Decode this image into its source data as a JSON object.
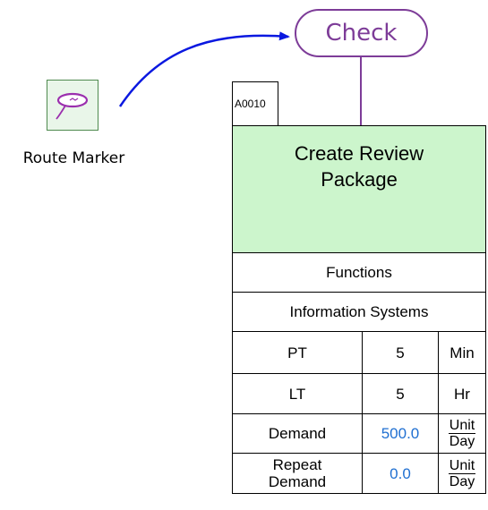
{
  "route_marker": {
    "label": "Route Marker",
    "icon": "route-marker-icon"
  },
  "check": {
    "label": "Check"
  },
  "process": {
    "id": "A0010",
    "title_line1": "Create Review",
    "title_line2": "Package",
    "functions": "Functions",
    "information_systems": "Information Systems",
    "metrics": [
      {
        "label": "PT",
        "value": "5",
        "unit": "Min"
      },
      {
        "label": "LT",
        "value": "5",
        "unit": "Hr"
      }
    ],
    "demand": {
      "label": "Demand",
      "value": "500.0",
      "unit_num": "Unit",
      "unit_den": "Day"
    },
    "repeat_demand": {
      "label_line1": "Repeat",
      "label_line2": "Demand",
      "value": "0.0",
      "unit_num": "Unit",
      "unit_den": "Day"
    }
  },
  "colors": {
    "process_fill": "#ccf5cc",
    "check_stroke": "#7d3c98",
    "arrow": "#0a18e0",
    "value_blue": "#1f6fd1",
    "icon_border": "#4f8a4f"
  }
}
